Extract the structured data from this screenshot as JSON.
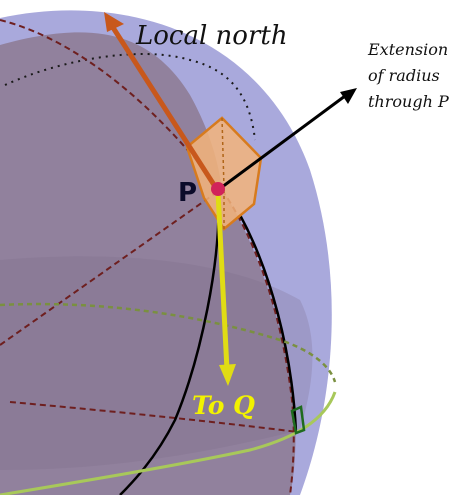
{
  "labels": {
    "local_north": "Local north",
    "extension_line1": "Extension",
    "extension_line2": "of radius",
    "extension_line3": "through P",
    "point_p": "P",
    "to_q": "To Q"
  },
  "colors": {
    "sphere_outer": "#a9a9dc",
    "sphere_inner": "#8d7a92",
    "plane_fill": "#f3b47a",
    "plane_stroke": "#d77b1e",
    "north_arrow": "#c8581c",
    "to_q_arrow": "#e0dc14",
    "to_q_label": "#f2f200",
    "point_p": "#d1235a",
    "meridian": "#000000",
    "dashed_meridian": "#6e1f1f",
    "equator_arc": "#a8c85a",
    "right_angle_marker": "#1e6b1e"
  }
}
